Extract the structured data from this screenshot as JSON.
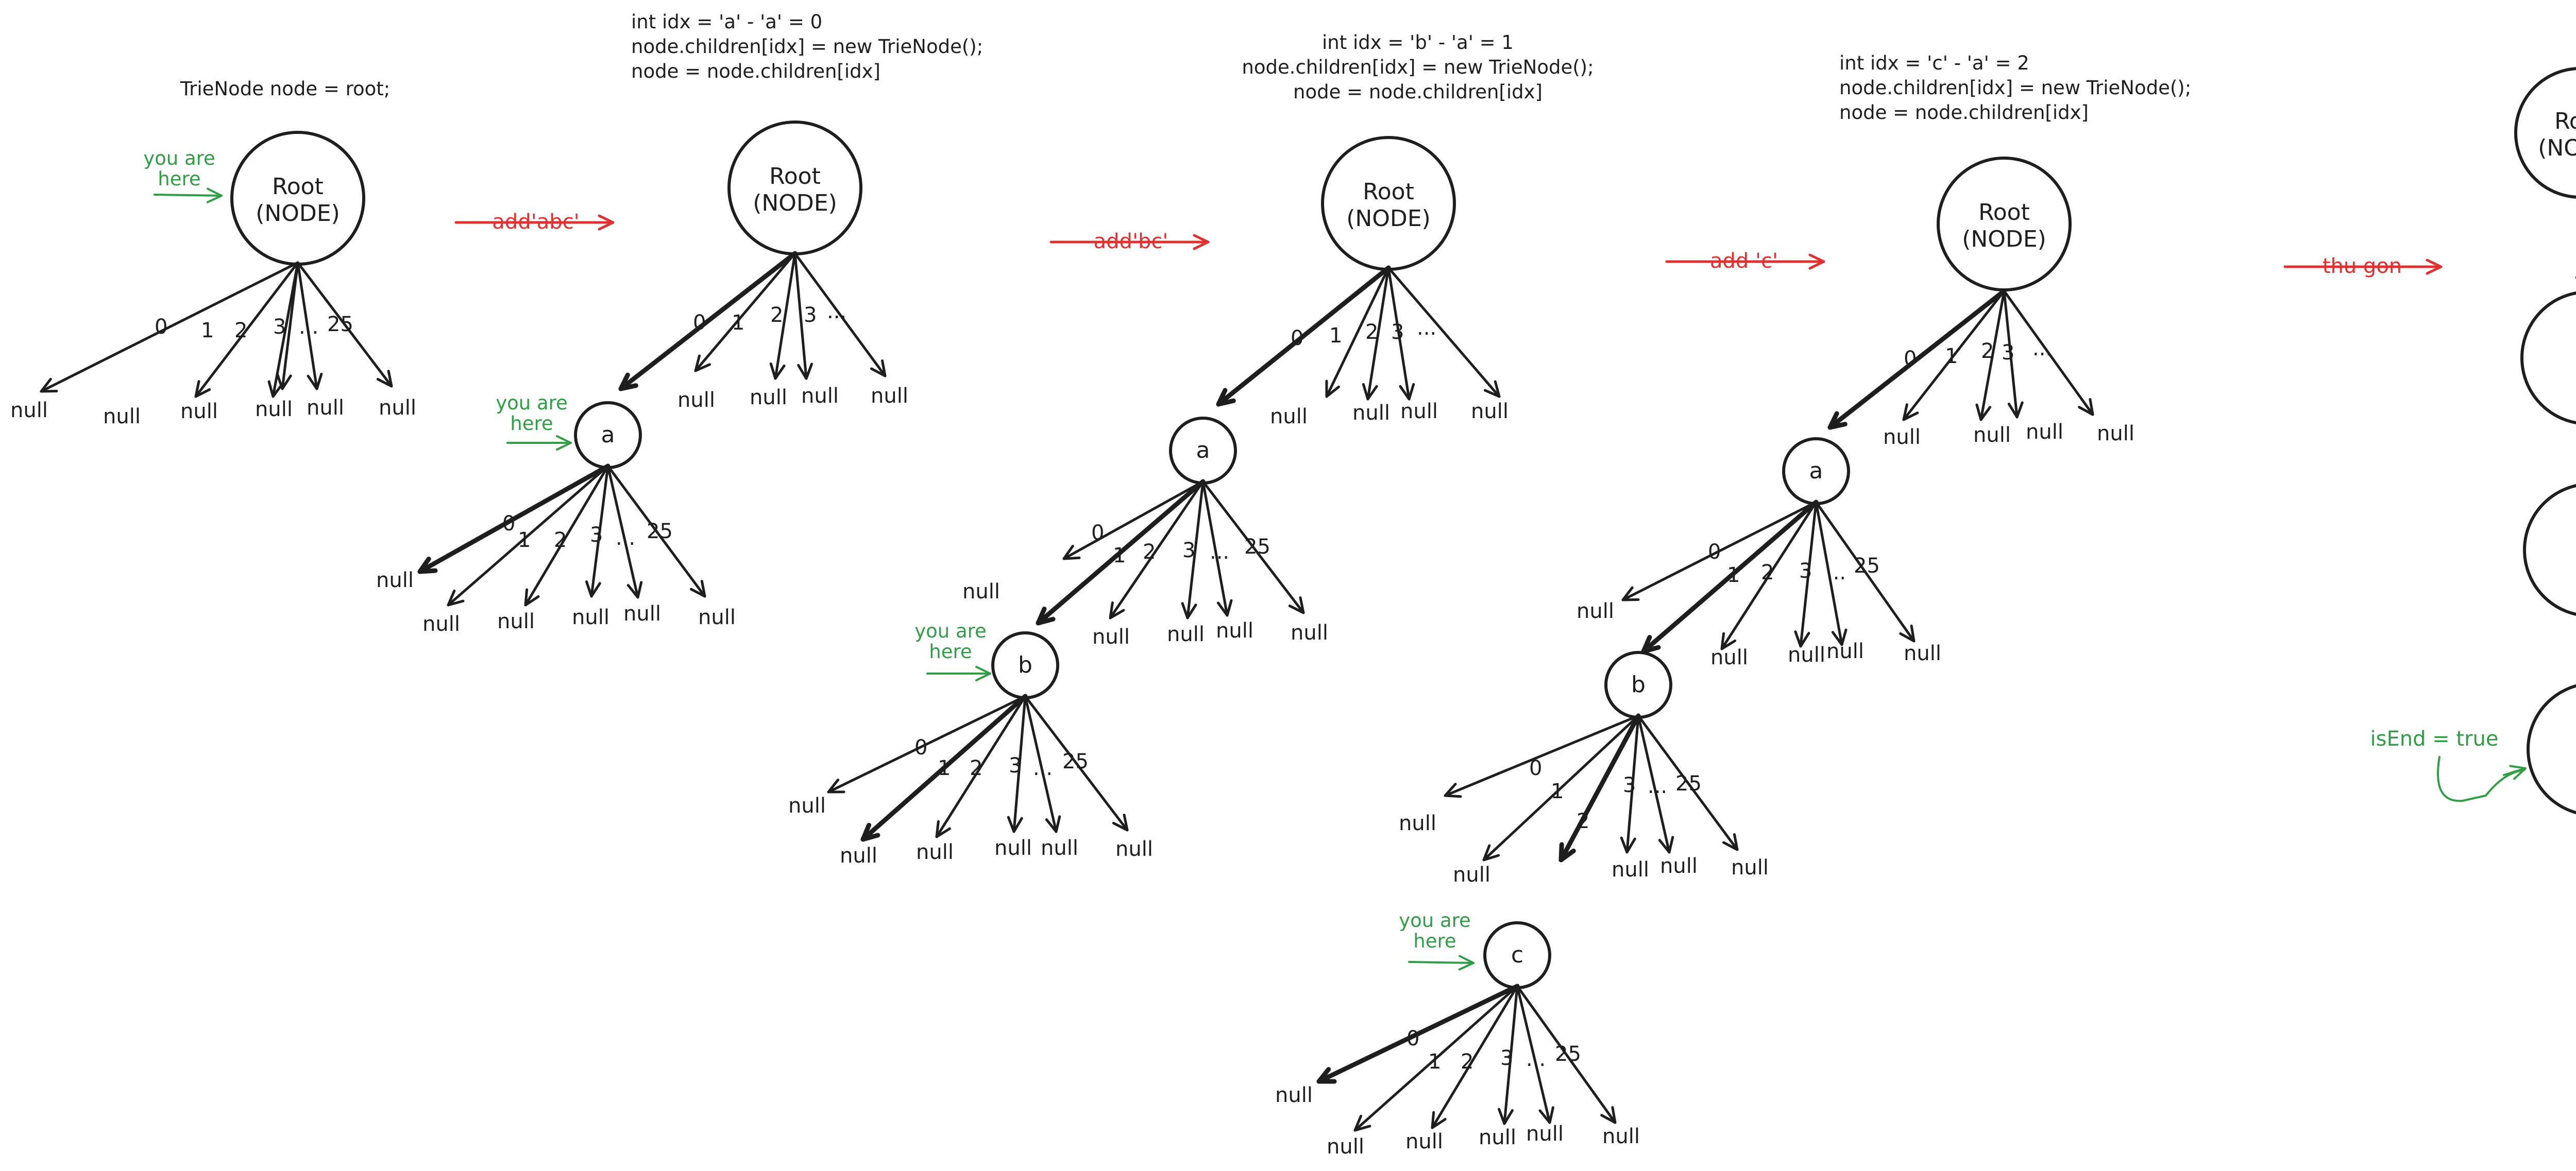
{
  "colors": {
    "ink": "#1e1e1e",
    "step_arrow": "#e03131",
    "pointer": "#2f9e44"
  },
  "text": {
    "root_line1": "Root",
    "root_line2": "(NODE)",
    "null": "null",
    "you_are": "you are",
    "here": "here",
    "letter_a": "a",
    "letter_b": "b",
    "letter_c": "c",
    "idx_0": "0",
    "idx_1": "1",
    "idx_2": "2",
    "idx_3": "3",
    "idx_dots": "...",
    "idx_25": "25"
  },
  "steps": [
    {
      "code": [
        "TrieNode node = root;"
      ],
      "arrow_label": "add'abc'"
    },
    {
      "code": [
        "int idx = 'a' - 'a' = 0",
        "node.children[idx] = new TrieNode();",
        "node = node.children[idx]"
      ],
      "arrow_label": "add'bc'"
    },
    {
      "code": [
        "int idx = 'b' - 'a' = 1",
        "node.children[idx] = new TrieNode();",
        "node = node.children[idx]"
      ],
      "arrow_label": "add 'c'"
    },
    {
      "code": [
        "int idx = 'c' - 'a' = 2",
        "node.children[idx] = new TrieNode();",
        "node = node.children[idx]"
      ],
      "arrow_label": "thu gon"
    },
    {
      "is_end_label": "isEnd = true"
    }
  ]
}
